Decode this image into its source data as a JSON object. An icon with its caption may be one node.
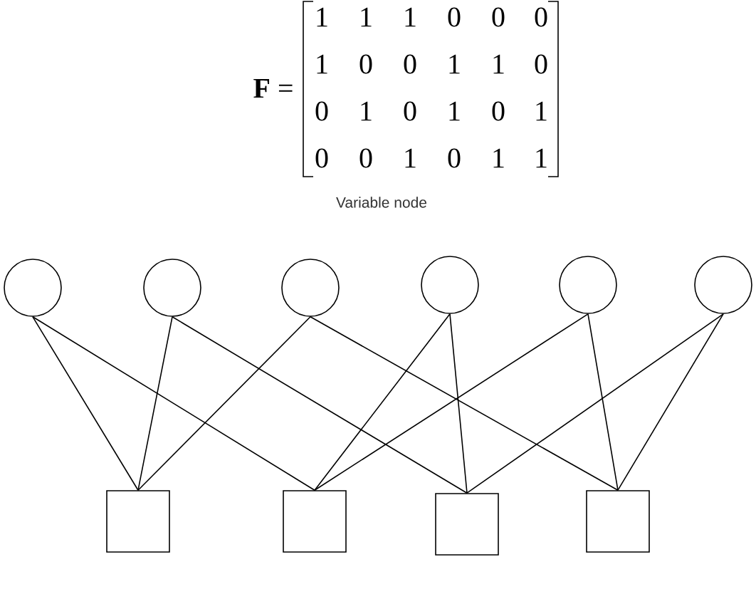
{
  "diagram": {
    "nodes": [
      {
        "text": [],
        "shape": "circle"
      },
      {
        "text": [],
        "shape": "circle"
      },
      {
        "text": [],
        "shape": "circle"
      },
      {
        "text": [],
        "shape": "circle"
      },
      {
        "text": [],
        "shape": "circle"
      },
      {
        "text": [],
        "shape": "circle"
      },
      {
        "text": [],
        "shape": "box"
      },
      {
        "text": [],
        "shape": "box"
      },
      {
        "text": [],
        "shape": "box"
      },
      {
        "text": [],
        "shape": "box"
      }
    ],
    "edges": [
      {
        "from": 0,
        "to": 6,
        "arrow": "none"
      },
      {
        "from": 1,
        "to": 6,
        "arrow": "none"
      },
      {
        "from": 2,
        "to": 6,
        "arrow": "none"
      },
      {
        "from": 0,
        "to": 7,
        "arrow": "none"
      },
      {
        "from": 3,
        "to": 7,
        "arrow": "none"
      },
      {
        "from": 4,
        "to": 7,
        "arrow": "none"
      },
      {
        "from": 1,
        "to": 8,
        "arrow": "none"
      },
      {
        "from": 3,
        "to": 8,
        "arrow": "none"
      },
      {
        "from": 5,
        "to": 8,
        "arrow": "none"
      },
      {
        "from": 2,
        "to": 9,
        "arrow": "none"
      },
      {
        "from": 4,
        "to": 9,
        "arrow": "none"
      },
      {
        "from": 5,
        "to": 9,
        "arrow": "none"
      }
    ],
    "labels": [
      "**F** =",
      "1",
      "1",
      "1",
      "0",
      "0",
      "0",
      "1",
      "0",
      "0",
      "1",
      "1",
      "0",
      "0",
      "1",
      "0",
      "1",
      "0",
      "1",
      "0",
      "0",
      "1",
      "0",
      "1",
      "1",
      "Variable node"
    ]
  }
}
